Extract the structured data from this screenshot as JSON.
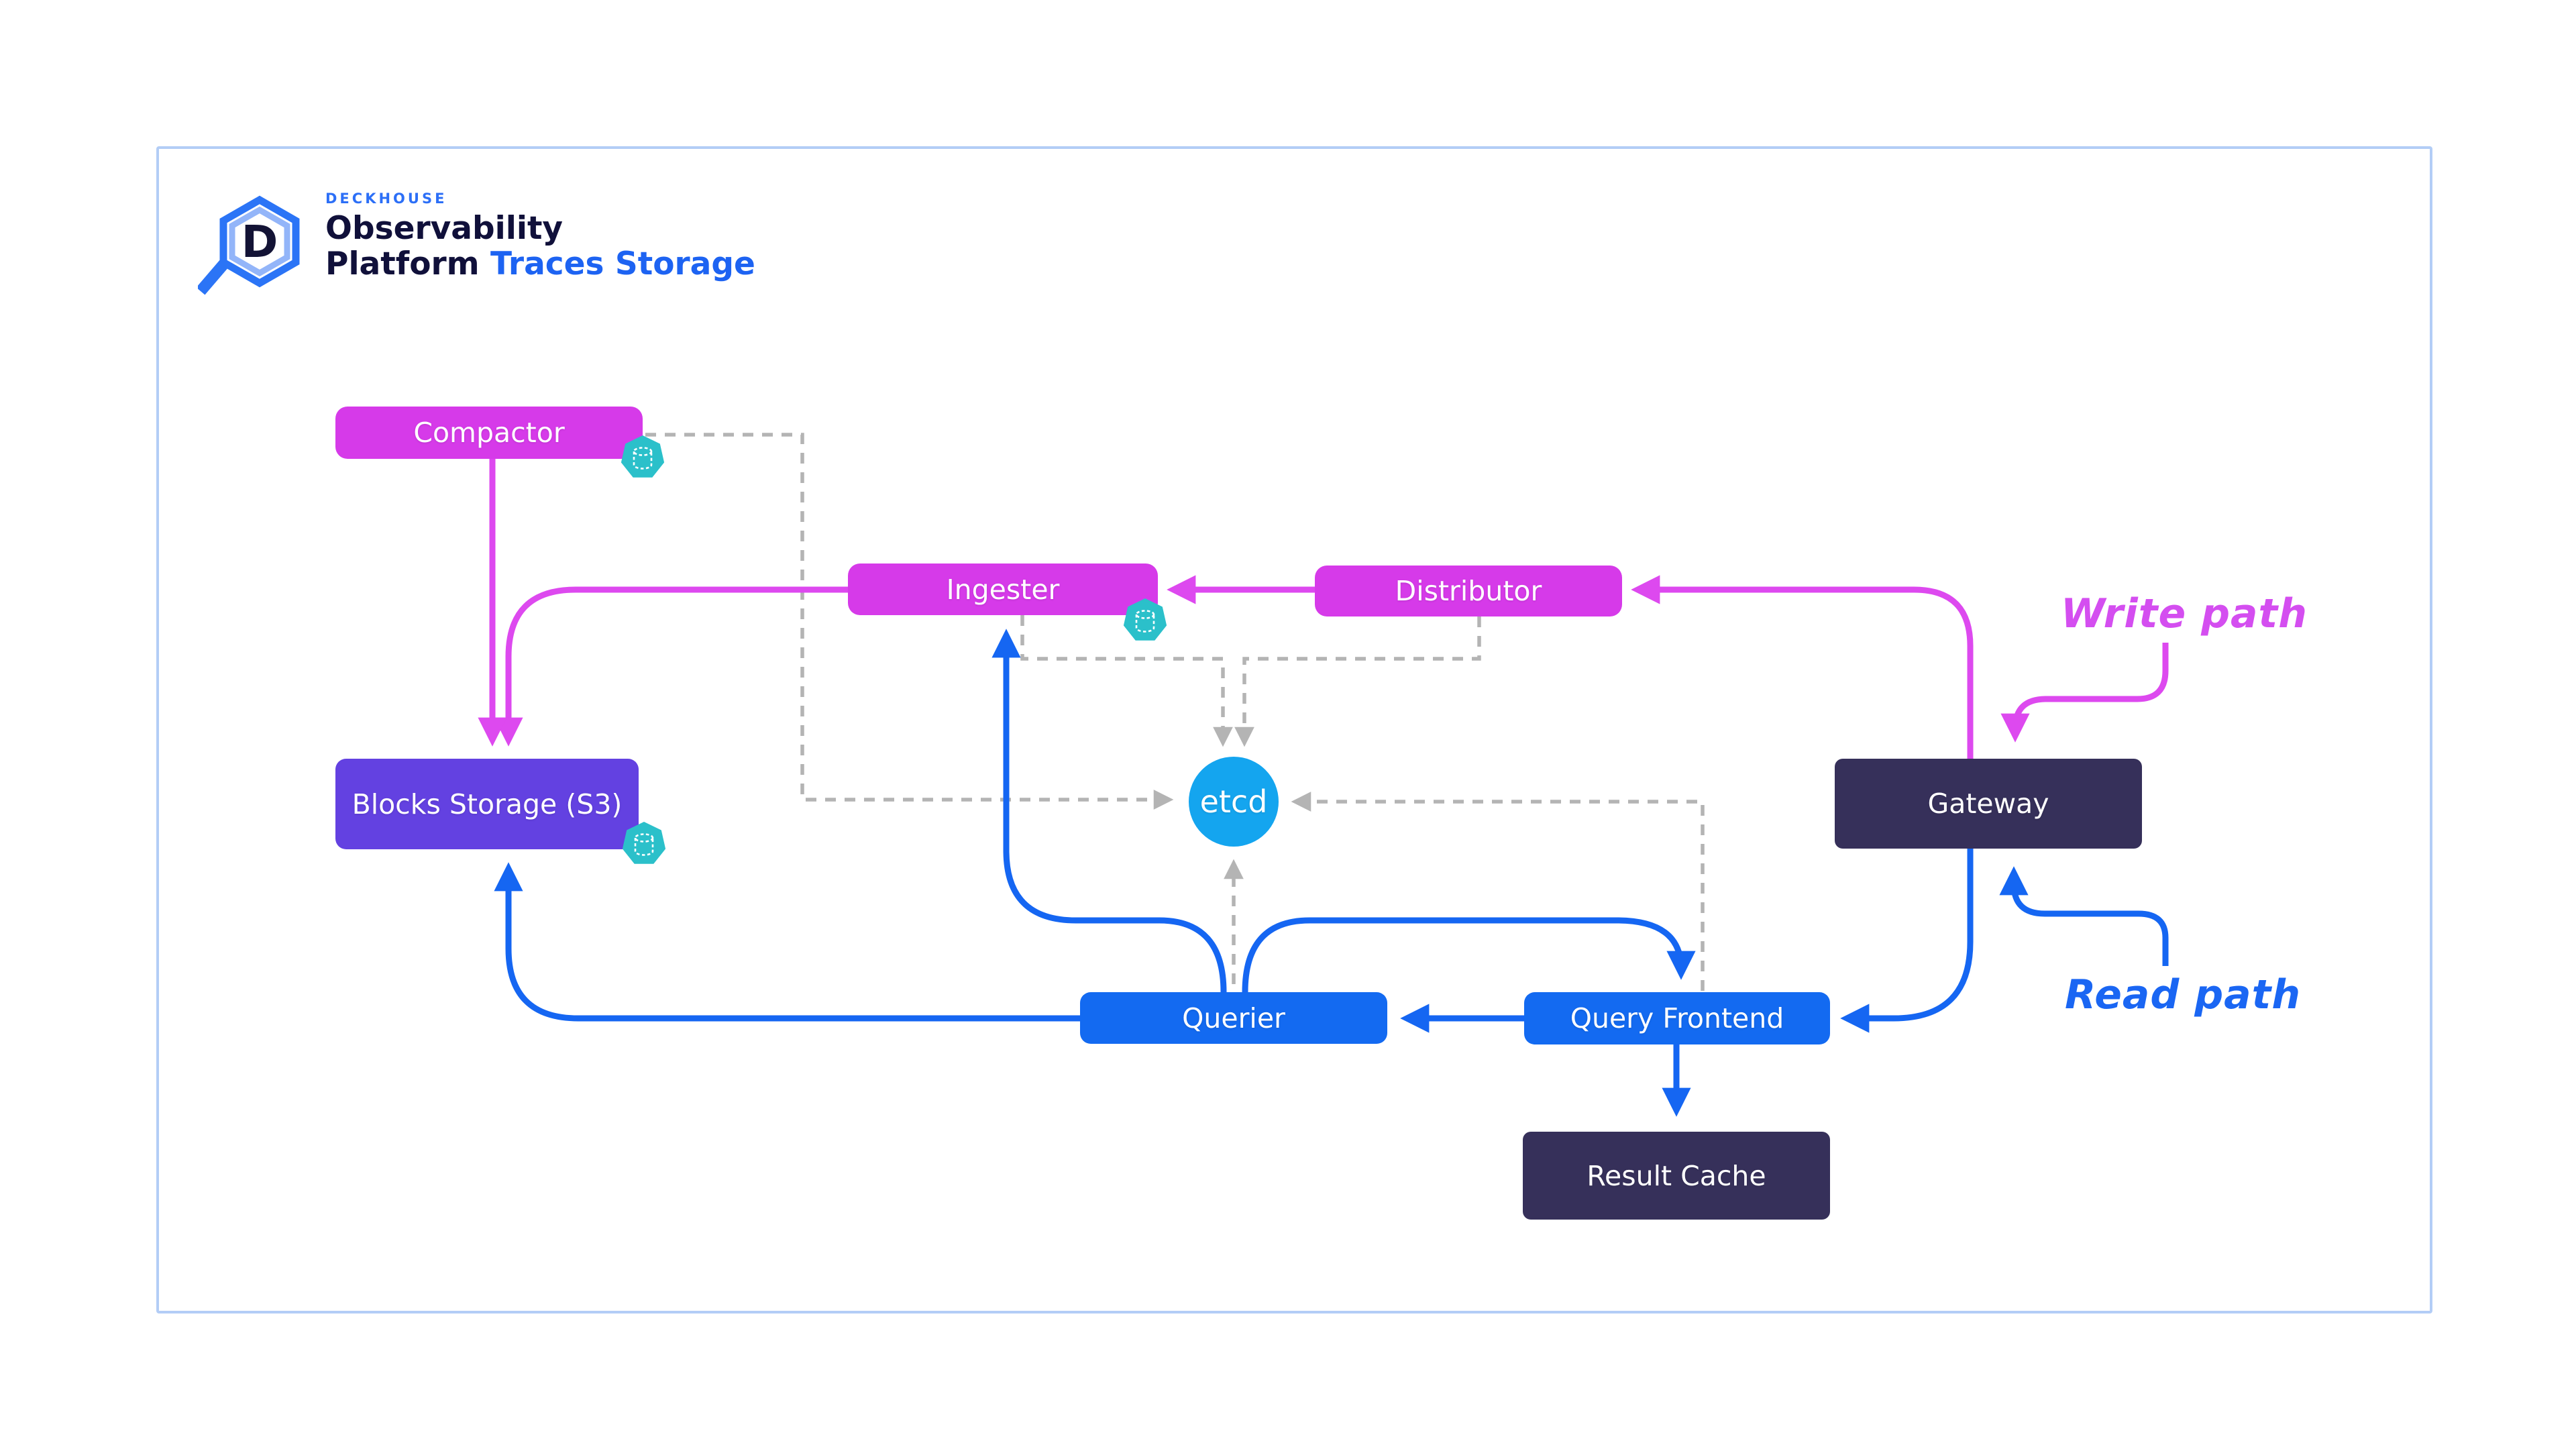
{
  "logo": {
    "brand": "DECKHOUSE",
    "line1": "Observability",
    "line2": "Platform",
    "product": "Traces Storage",
    "mark_icon": "hexagon-magnifier-icon"
  },
  "nodes": {
    "compactor": {
      "label": "Compactor",
      "color": "#d63ae9"
    },
    "ingester": {
      "label": "Ingester",
      "color": "#d63ae9"
    },
    "distributor": {
      "label": "Distributor",
      "color": "#d63ae9"
    },
    "blocks_storage": {
      "label": "Blocks Storage (S3)",
      "color": "#6341e1"
    },
    "gateway": {
      "label": "Gateway",
      "color": "#36305a"
    },
    "querier": {
      "label": "Querier",
      "color": "#136af1"
    },
    "query_frontend": {
      "label": "Query Frontend",
      "color": "#136af1"
    },
    "result_cache": {
      "label": "Result Cache",
      "color": "#36305a"
    },
    "etcd": {
      "label": "etcd",
      "color": "#14a5ef"
    }
  },
  "annotations": {
    "write_path": "Write path",
    "read_path": "Read path"
  },
  "icons": {
    "storage_badge": "database-icon",
    "badge_color": "#2bc0ca"
  },
  "colors": {
    "write_line": "#dd49ef",
    "read_line": "#1566f2",
    "ring_line": "#b4b4b4",
    "frame_border": "#b3cdf6",
    "background": "#ffffff",
    "logo_navy": "#10103a",
    "logo_blue": "#1d63f2",
    "brand_blue": "#2c6ff7"
  },
  "edges": [
    {
      "from": "gateway",
      "to": "distributor",
      "type": "write"
    },
    {
      "from": "distributor",
      "to": "ingester",
      "type": "write"
    },
    {
      "from": "ingester",
      "to": "blocks_storage",
      "type": "write"
    },
    {
      "from": "compactor",
      "to": "blocks_storage",
      "type": "write"
    },
    {
      "from": "gateway",
      "to": "query_frontend",
      "type": "read"
    },
    {
      "from": "query_frontend",
      "to": "querier",
      "type": "read"
    },
    {
      "from": "querier",
      "to": "query_frontend",
      "type": "read"
    },
    {
      "from": "querier",
      "to": "ingester",
      "type": "read"
    },
    {
      "from": "querier",
      "to": "blocks_storage",
      "type": "read"
    },
    {
      "from": "query_frontend",
      "to": "result_cache",
      "type": "read"
    },
    {
      "from": "compactor",
      "to": "etcd",
      "type": "ring"
    },
    {
      "from": "ingester",
      "to": "etcd",
      "type": "ring"
    },
    {
      "from": "distributor",
      "to": "etcd",
      "type": "ring"
    },
    {
      "from": "querier",
      "to": "etcd",
      "type": "ring"
    },
    {
      "from": "query_frontend",
      "to": "etcd",
      "type": "ring"
    }
  ]
}
